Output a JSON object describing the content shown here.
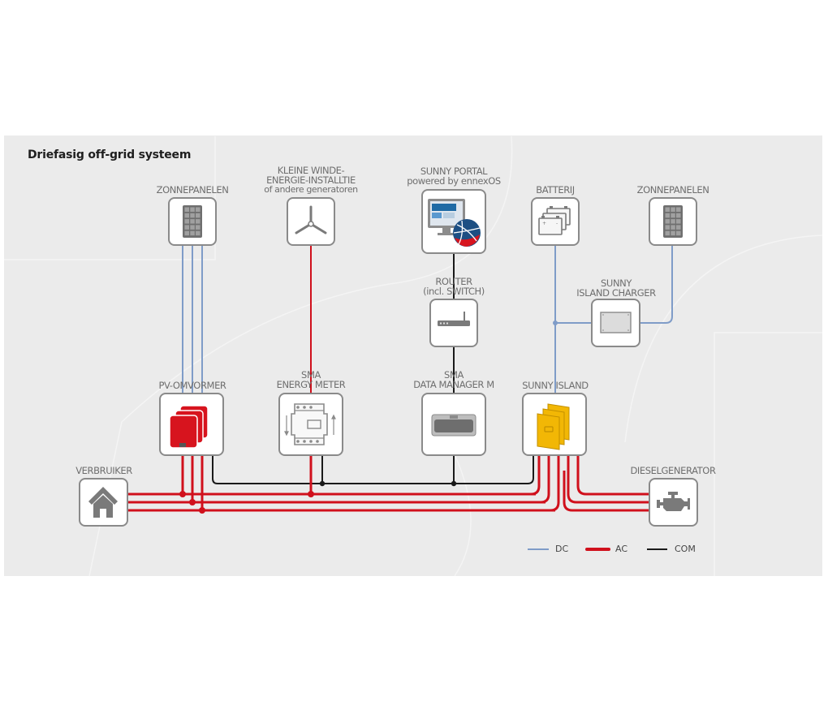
{
  "title": "Driefasig off-grid systeem",
  "colors": {
    "background": "#ebebeb",
    "dc": "#7f9cc8",
    "ac": "#d0101c",
    "com": "#1a1a1a",
    "box_border": "#8a8a8a",
    "icon_gray": "#7a7a7a",
    "inverter_red": "#d7141e",
    "island_yellow": "#f2b705",
    "portal_blue": "#1d5a8e"
  },
  "components": {
    "pv_panels_1": {
      "label": [
        "ZONNEPANELEN"
      ],
      "icon": "solar-panel-icon"
    },
    "wind": {
      "label": [
        "KLEINE WINDE-",
        "ENERGIE-INSTALLTIE",
        "of andere generatoren"
      ],
      "icon": "wind-turbine-icon"
    },
    "portal": {
      "label": [
        "SUNNY PORTAL",
        "powered by ennexOS"
      ],
      "icon": "monitor-globe-icon"
    },
    "battery": {
      "label": [
        "BATTERIJ"
      ],
      "icon": "battery-icon"
    },
    "pv_panels_2": {
      "label": [
        "ZONNEPANELEN"
      ],
      "icon": "solar-panel-icon"
    },
    "router": {
      "label": [
        "ROUTER",
        "(incl. SWITCH)"
      ],
      "icon": "router-icon"
    },
    "charger": {
      "label": [
        "SUNNY",
        "ISLAND CHARGER"
      ],
      "icon": "charger-icon"
    },
    "pv_inverter": {
      "label": [
        "PV-OMVORMER"
      ],
      "icon": "inverter-icon"
    },
    "energy_meter": {
      "label": [
        "SMA",
        "ENERGY METER"
      ],
      "icon": "energy-meter-icon"
    },
    "data_manager": {
      "label": [
        "SMA",
        "DATA MANAGER M"
      ],
      "icon": "data-manager-icon"
    },
    "sunny_island": {
      "label": [
        "SUNNY ISLAND"
      ],
      "icon": "battery-inverter-icon"
    },
    "consumer": {
      "label": [
        "VERBRUIKER"
      ],
      "icon": "house-icon"
    },
    "diesel": {
      "label": [
        "DIESELGENERATOR"
      ],
      "icon": "engine-icon"
    }
  },
  "legend": [
    {
      "key": "dc",
      "label": "DC"
    },
    {
      "key": "ac",
      "label": "AC"
    },
    {
      "key": "com",
      "label": "COM"
    }
  ],
  "connections": [
    {
      "from": "pv_panels_1",
      "to": "pv_inverter",
      "type": "dc",
      "lines": 3
    },
    {
      "from": "wind",
      "to": "energy_meter",
      "type": "ac",
      "lines": 1
    },
    {
      "from": "portal",
      "to": "router",
      "type": "com",
      "lines": 1
    },
    {
      "from": "router",
      "to": "data_manager",
      "type": "com",
      "lines": 1
    },
    {
      "from": "battery",
      "to": "sunny_island",
      "type": "dc",
      "lines": 1
    },
    {
      "from": "pv_panels_2",
      "to": "charger",
      "type": "dc",
      "lines": 1
    },
    {
      "from": "charger",
      "to": "battery",
      "type": "dc",
      "lines": 1
    },
    {
      "from": "pv_inverter",
      "to": "data_manager",
      "type": "com",
      "lines": 1
    },
    {
      "from": "energy_meter",
      "to": "data_manager",
      "type": "com",
      "lines": 1
    },
    {
      "from": "sunny_island",
      "to": "data_manager",
      "type": "com",
      "lines": 1
    },
    {
      "from": "pv_inverter",
      "to": "consumer",
      "type": "ac",
      "lines": 3
    },
    {
      "from": "sunny_island",
      "to": "consumer",
      "type": "ac",
      "lines": 3
    },
    {
      "from": "sunny_island",
      "to": "diesel",
      "type": "ac",
      "lines": 3
    }
  ]
}
